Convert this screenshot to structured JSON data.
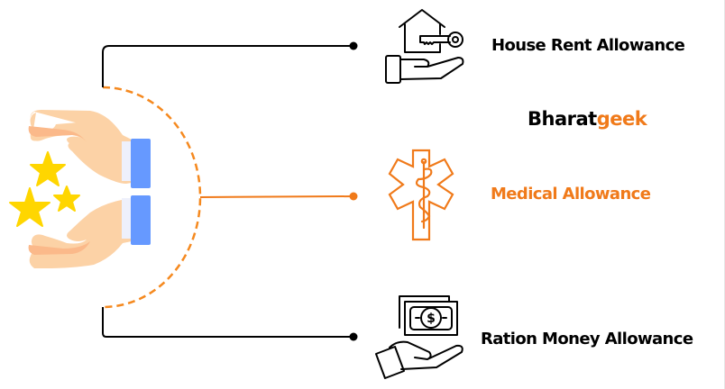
{
  "diagram": {
    "title": "",
    "brand": {
      "part1": "Bharat",
      "part2": "geek"
    },
    "items": [
      {
        "label": "House Rent Allowance",
        "icon": "house-key-hand-icon",
        "color": "#000000"
      },
      {
        "label": "Medical Allowance",
        "icon": "medical-star-of-life-icon",
        "color": "#f07a1a"
      },
      {
        "label": "Ration Money Allowance",
        "icon": "money-hand-icon",
        "color": "#000000"
      }
    ],
    "central_icon": "hands-with-stars-icon"
  },
  "colors": {
    "accent": "#f07a1a",
    "text": "#000000",
    "connector": "#000000",
    "dashed_arc": "#f5891f",
    "skin": "#fcd2a6",
    "skin_shadow": "#fbb98a",
    "cuff": "#6699ff",
    "cuff_light": "#eef0fb",
    "star": "#ffd600"
  }
}
